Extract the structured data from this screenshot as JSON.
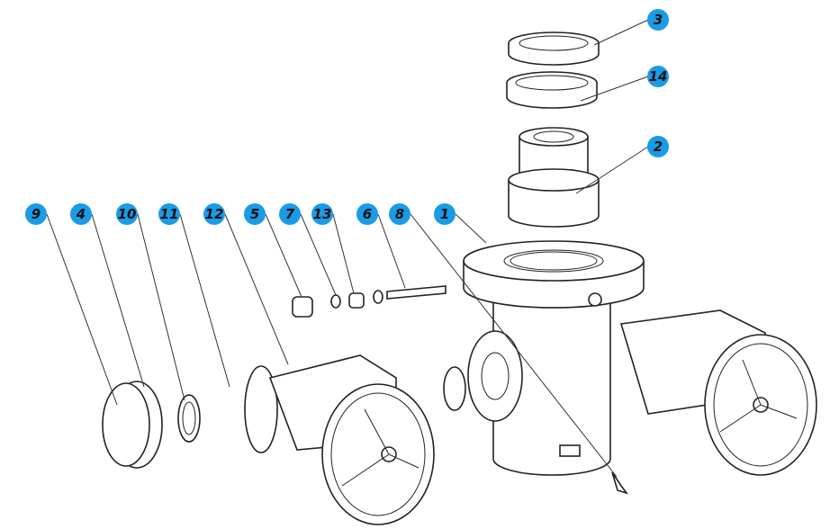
{
  "diagram": {
    "title": "Exploded view of valve assembly",
    "callout_color": "#1a9be6",
    "callouts": [
      {
        "label": "3"
      },
      {
        "label": "14"
      },
      {
        "label": "2"
      },
      {
        "label": "9"
      },
      {
        "label": "4"
      },
      {
        "label": "10"
      },
      {
        "label": "11"
      },
      {
        "label": "12"
      },
      {
        "label": "5"
      },
      {
        "label": "7"
      },
      {
        "label": "13"
      },
      {
        "label": "6"
      },
      {
        "label": "8"
      },
      {
        "label": "1"
      }
    ]
  }
}
